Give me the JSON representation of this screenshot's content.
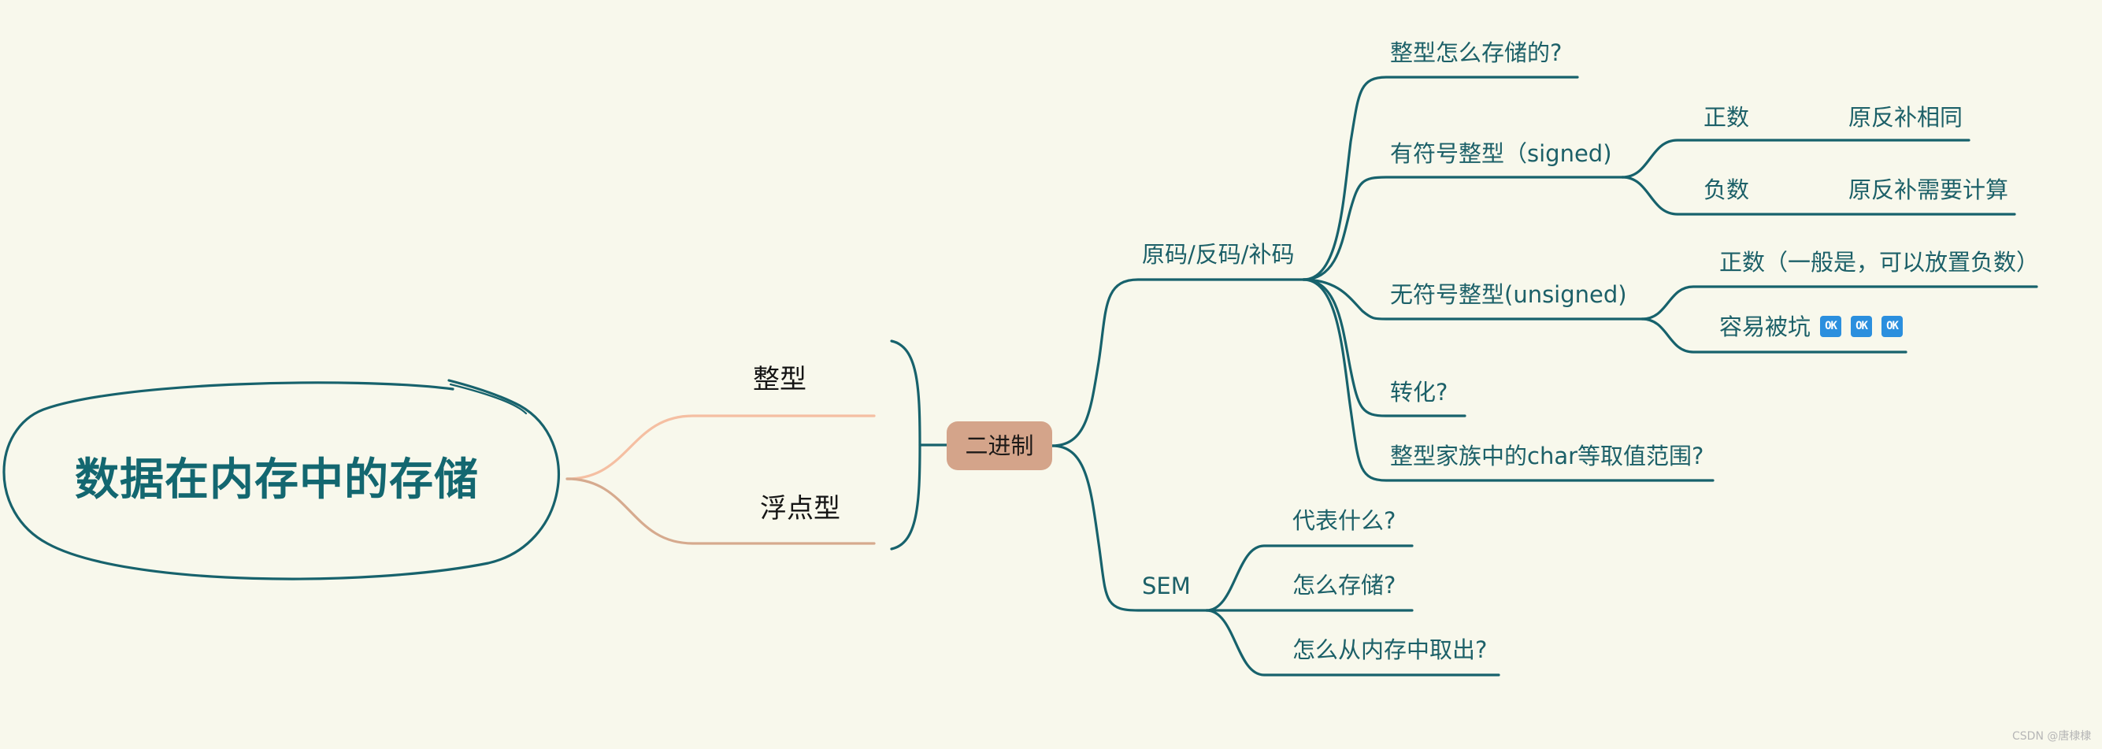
{
  "root": {
    "title": "数据在内存中的存储"
  },
  "types": {
    "integer": "整型",
    "float": "浮点型"
  },
  "center": {
    "label": "二进制"
  },
  "branches": {
    "codes": {
      "label": "原码/反码/补码",
      "storage_q": "整型怎么存储的?",
      "signed": {
        "label": "有符号整型（signed)",
        "positive": {
          "label": "正数",
          "rule": "原反补相同"
        },
        "negative": {
          "label": "负数",
          "rule": "原反补需要计算"
        }
      },
      "unsigned": {
        "label": "无符号整型(unsigned)",
        "positive": "正数（一般是，可以放置负数）",
        "pitfall": "容易被坑",
        "badges": [
          "OK",
          "OK",
          "OK"
        ]
      },
      "conversion": "转化?",
      "char_range": "整型家族中的char等取值范围?"
    },
    "sem": {
      "label": "SEM",
      "meaning": "代表什么?",
      "how_store": "怎么存储?",
      "how_fetch": "怎么从内存中取出?"
    }
  },
  "watermark": "CSDN @唐棣棣",
  "colors": {
    "background": "#f8f8ec",
    "branch": "#17626c",
    "root_text": "#136770",
    "center_fill": "#d4a48a",
    "integer_line": "#f5bfa2",
    "float_line": "#d6aa8e",
    "badge": "#2b8fde"
  }
}
